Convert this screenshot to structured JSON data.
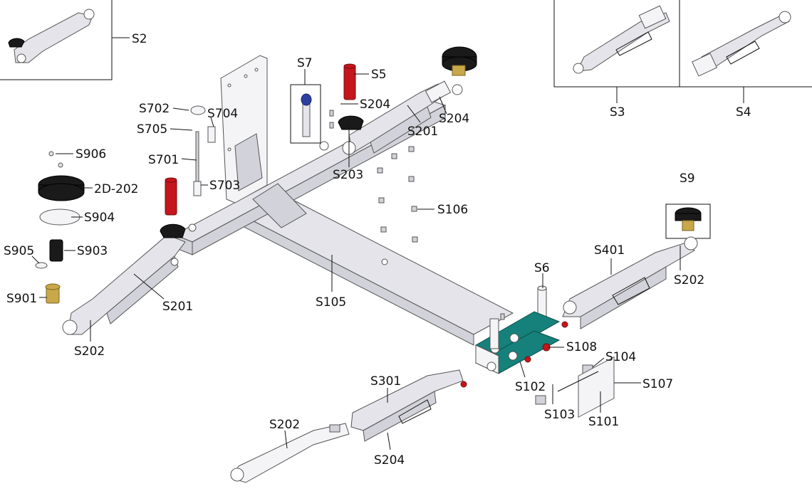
{
  "labels": {
    "S2": "S2",
    "S3": "S3",
    "S4": "S4",
    "S5": "S5",
    "S6": "S6",
    "S7": "S7",
    "S9": "S9",
    "S204_top": "S204",
    "S204_right": "S204",
    "S204_bottom": "S204",
    "S201_left": "S201",
    "S201_right": "S201",
    "S202_left": "S202",
    "S202_right": "S202",
    "S202_bottom": "S202",
    "S203": "S203",
    "S702": "S702",
    "S704": "S704",
    "S705": "S705",
    "S701": "S701",
    "S703": "S703",
    "S906": "S906",
    "2D-202": "2D-202",
    "S904": "S904",
    "S905": "S905",
    "S903": "S903",
    "S901": "S901",
    "S106": "S106",
    "S105": "S105",
    "S401": "S401",
    "S108": "S108",
    "S104": "S104",
    "S107": "S107",
    "S102": "S102",
    "S103": "S103",
    "S101": "S101",
    "S301": "S301"
  },
  "colors": {
    "frame": "#e4e4ea",
    "red_parts": "#c4161c",
    "teal_bracket": "#16807a",
    "black_pads": "#1a1a1a",
    "brass_bushing": "#c9a84a"
  }
}
